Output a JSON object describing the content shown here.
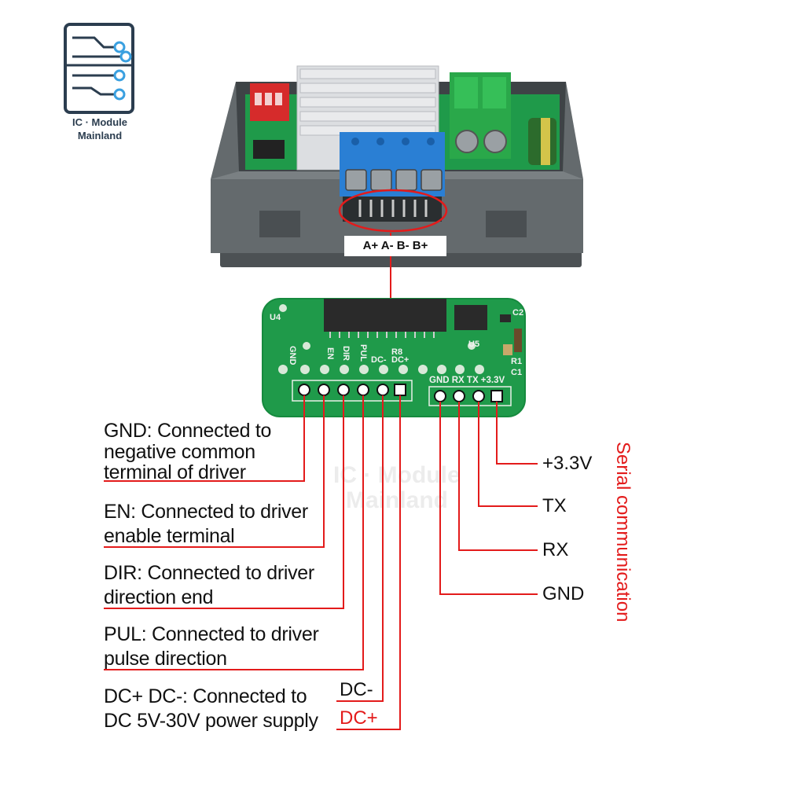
{
  "logo": {
    "line1": "IC · Module",
    "line2": "Mainland",
    "icon": "circuit-board-icon"
  },
  "watermark": {
    "line1": "IC · Module",
    "line2": "Mainland"
  },
  "motor_terminals": {
    "label": "A+  A-  B-  B+"
  },
  "pcb_silk": {
    "u4": "U4",
    "u5": "U5",
    "r8": "R8",
    "r1": "R1",
    "c1": "C1",
    "c2": "C2",
    "gnd": "GND",
    "en": "EN",
    "dir": "DIR",
    "pul": "PUL",
    "dcm": "DC-",
    "dcp": "DC+",
    "serial": "GND RX  TX +3.3V"
  },
  "connections": {
    "gnd": {
      "line1": "GND: Connected to",
      "line2": "negative common",
      "line3": "terminal of driver"
    },
    "en": {
      "line1": "EN: Connected to driver",
      "line2": "enable terminal"
    },
    "dir": {
      "line1": "DIR: Connected to driver",
      "line2": "direction end"
    },
    "pul": {
      "line1": "PUL: Connected to driver",
      "line2": "pulse direction"
    },
    "dc": {
      "line1": "DC+ DC-: Connected to",
      "line2": "DC 5V-30V power supply",
      "minus": "DC-",
      "plus": "DC+"
    }
  },
  "serial": {
    "title": "Serial communication",
    "pins": [
      "+3.3V",
      "TX",
      "RX",
      "GND"
    ]
  },
  "colors": {
    "leader": "#e31b1b",
    "pcb": "#1f9a4a",
    "case": "#5e6366",
    "blue_terminal": "#2a7fd4",
    "green_terminal": "#2aa84a"
  }
}
